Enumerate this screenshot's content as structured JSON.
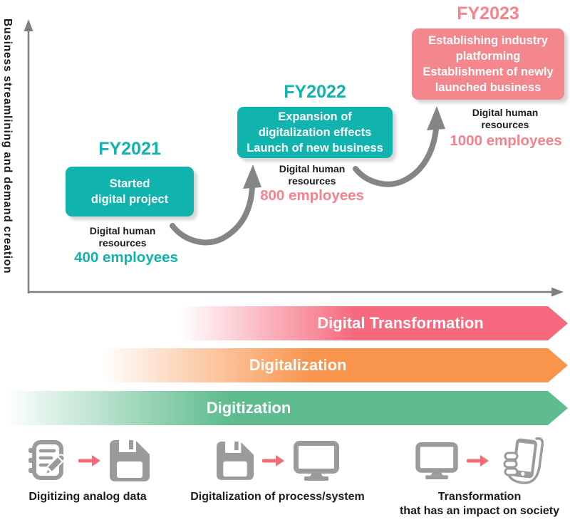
{
  "y_axis_label": "Business streamlining and demand creation",
  "stages": [
    {
      "year": "FY2021",
      "box_lines": [
        "Started",
        "digital project"
      ],
      "resource_lines": [
        "Digital human",
        "resources"
      ],
      "employees": "400 employees"
    },
    {
      "year": "FY2022",
      "box_lines": [
        "Expansion of",
        "digitalization effects",
        "Launch of new business"
      ],
      "resource_lines": [
        "Digital human",
        "resources"
      ],
      "employees": "800 employees"
    },
    {
      "year": "FY2023",
      "box_lines": [
        "Establishing industry",
        "platforming",
        "Establishment of newly",
        "launched business"
      ],
      "resource_lines": [
        "Digital human",
        "resources"
      ],
      "employees": "1000 employees"
    }
  ],
  "bands": [
    {
      "label": "Digital Transformation",
      "color": "#f6697e"
    },
    {
      "label": "Digitalization",
      "color": "#f9944d"
    },
    {
      "label": "Digitization",
      "color": "#5ebc8e"
    }
  ],
  "legend": [
    {
      "from_icon": "notepad-pencil-icon",
      "to_icon": "floppy-disk-icon",
      "caption_lines": [
        "Digitizing analog data"
      ]
    },
    {
      "from_icon": "floppy-disk-icon",
      "to_icon": "monitor-icon",
      "caption_lines": [
        "Digitalization of process/system"
      ]
    },
    {
      "from_icon": "monitor-icon",
      "to_icon": "phone-in-hand-icon",
      "caption_lines": [
        "Transformation",
        "that has an impact on society"
      ]
    }
  ],
  "colors": {
    "teal": "#10b3ae",
    "pink_box": "#f4868e",
    "pink_text": "#f5828c",
    "band_pink": "#f6697e",
    "band_orange": "#f9944d",
    "band_green": "#5ebc8e",
    "icon_gray": "#9b9b9b",
    "arrow_gray": "#858585",
    "arrow_pink": "#f56b78"
  }
}
